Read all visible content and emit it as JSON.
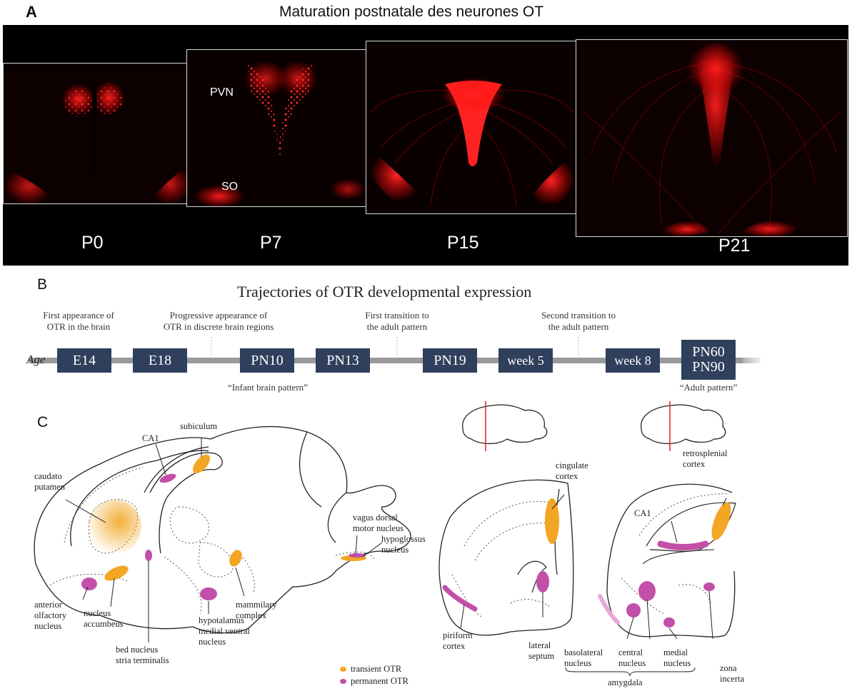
{
  "panel_a": {
    "letter": "A",
    "title": "Maturation postnatale des neurones OT",
    "ages": [
      "P0",
      "P7",
      "P15",
      "P21"
    ],
    "micro_labels": {
      "pvn": "PVN",
      "so": "SO"
    }
  },
  "panel_b": {
    "letter": "B",
    "title": "Trajectories of OTR developmental expression",
    "age_label": "Age",
    "notes": [
      "First appearance of\nOTR in the brain",
      "Progressive appearance of\nOTR in discrete brain regions",
      "First transition to\nthe adult pattern",
      "Second transition to\nthe adult pattern"
    ],
    "stages": [
      "E14",
      "E18",
      "PN10",
      "PN13",
      "PN19",
      "week 5",
      "week 8",
      "PN60\nPN90"
    ],
    "bottom_notes": [
      "“Infant brain pattern”",
      "“Adult pattern”"
    ]
  },
  "panel_c": {
    "letter": "C",
    "labels": {
      "subiculum": "subiculum",
      "ca1_sag": "CA1",
      "caudato": "caudato\nputamen",
      "vagus": "vagus dorsal\nmotor nucleus",
      "hypoglossus": "hypoglossus\nnucleus",
      "anterior_olfactory": "anterior\nolfactory\nnucleus",
      "nucleus_accumbens": "nucleus\naccumbeus",
      "bed_nucleus": "bed nucleus\nstria terminalis",
      "hypothalamus": "hypotalamus\nmedial ventral\nnucleus",
      "mammilary": "mammilary\ncomplex",
      "cingulate": "cingulate\ncortex",
      "piriform": "piriform\ncortex",
      "lateral_septum": "lateral\nseptum",
      "retrosplenial": "retrosplenial\ncortex",
      "ca1_cor": "CA1",
      "basolateral": "basolateral\nnucleus",
      "central": "central\nnucleus",
      "medial": "medial\nnucleus",
      "zona_incerta": "zona\nincerta",
      "amygdala": "amygdala"
    },
    "legend": {
      "transient": "transient OTR",
      "permanent": "permanent OTR"
    },
    "colors": {
      "transient": "#f2a623",
      "permanent": "#c24fa8"
    }
  }
}
